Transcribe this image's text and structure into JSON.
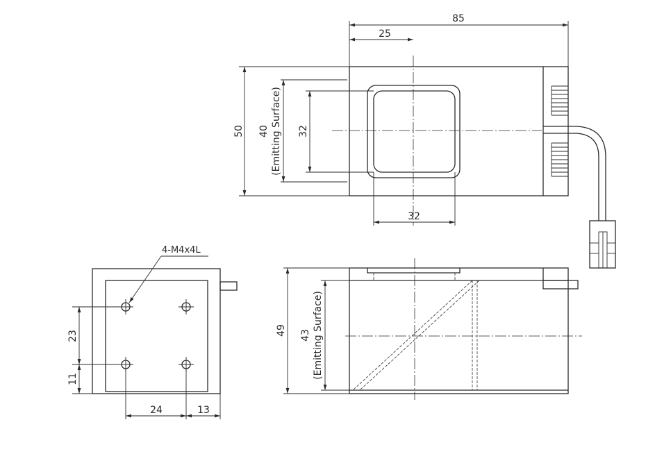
{
  "colors": {
    "line": "#2a2a2a",
    "background": "#ffffff"
  },
  "top_view": {
    "dim_total_width": "85",
    "dim_offset": "25",
    "dim_height": "50",
    "dim_surface": "40",
    "dim_surface_note": "(Emitting Surface)",
    "dim_window_h": "32",
    "dim_window_w": "32"
  },
  "side_view": {
    "hole_callout": "4-M4x4L",
    "dim_hole_pitch_v": "23",
    "dim_hole_offset_v": "11",
    "dim_hole_pitch_h": "24",
    "dim_hole_offset_h": "13"
  },
  "front_view": {
    "dim_height": "49",
    "dim_surface": "43",
    "dim_surface_note": "(Emitting Surface)"
  }
}
